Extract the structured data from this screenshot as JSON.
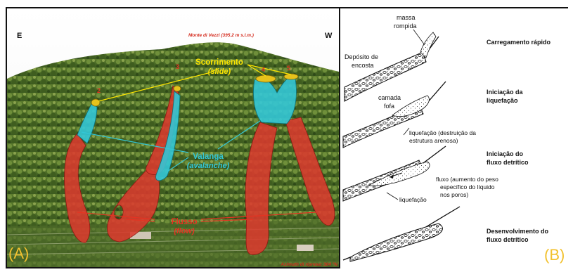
{
  "panel_a": {
    "corner_left": "E",
    "corner_right": "W",
    "mountain_title": "Monte di Vezzi (395.2 m s.l.m.)",
    "slide_label": "Scorrimento",
    "slide_sub": "(slide)",
    "avalanche_label": "Valanga",
    "avalanche_sub": "(avalanche)",
    "flow_label": "Flusso",
    "flow_sub": "(flow)",
    "scar_numbers": [
      "2",
      "3",
      "4",
      "5"
    ],
    "footer_text": "Azimuth di ripresa: 304 °N",
    "letter": "(A)",
    "colors": {
      "flow": "#d93a2e",
      "avalanche": "#33c6d6",
      "slide": "#e6c21c",
      "label_yellow": "#ffe600",
      "label_red": "#e53322"
    }
  },
  "panel_b": {
    "stages": [
      {
        "title_line1": "Carregamento rápido",
        "title_line2": ""
      },
      {
        "title_line1": "Iniciação da",
        "title_line2": "liquefação"
      },
      {
        "title_line1": "Iniciação do",
        "title_line2": "fluxo detrítico"
      },
      {
        "title_line1": "Desenvolvimento do",
        "title_line2": "fluxo detrítico"
      }
    ],
    "annotations": {
      "massa_1": "massa",
      "massa_2": "rompida",
      "deposito_1": "Depósito de",
      "deposito_2": "encosta",
      "camada_1": "camada",
      "camada_2": "fofa",
      "liq_1": "liquefação (destruição da",
      "liq_2": "estrutura arenosa)",
      "fluxo_1": "fluxo (aumento do peso",
      "fluxo_2": "específico do líquido",
      "fluxo_3": "nos poros)",
      "liq_bottom": "liquefação"
    },
    "letter": "(B)"
  }
}
